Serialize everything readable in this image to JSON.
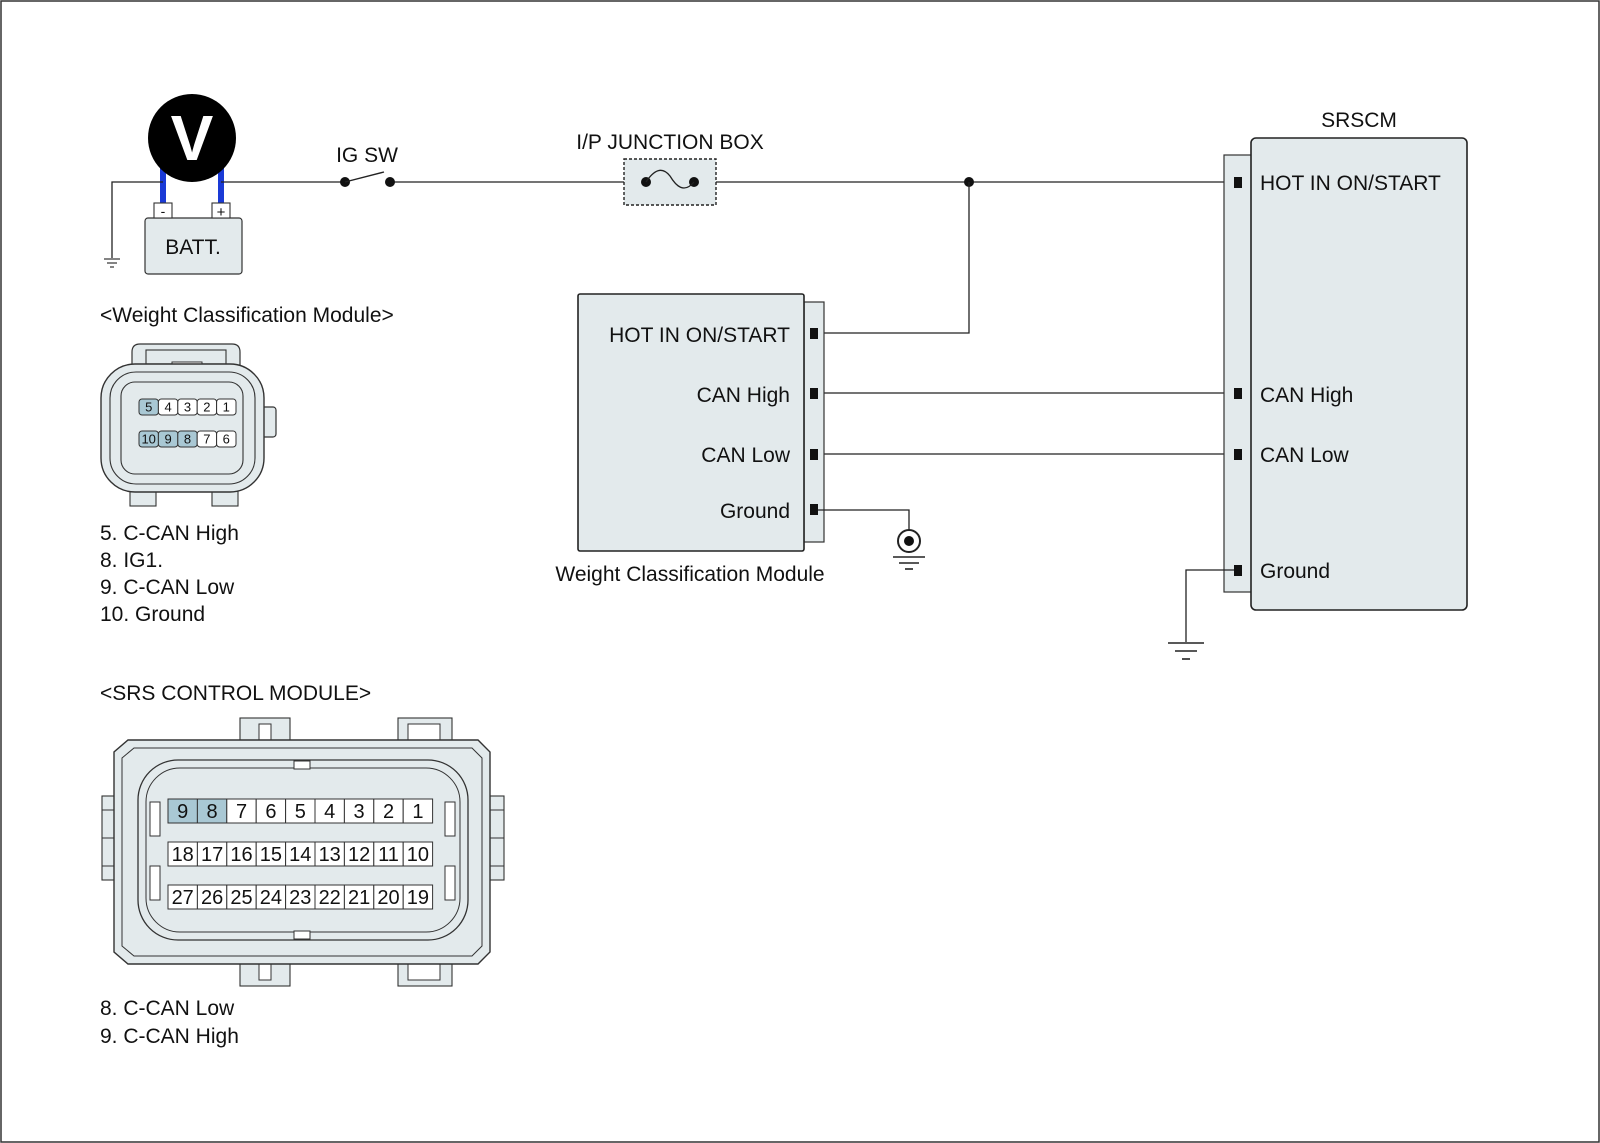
{
  "colors": {
    "module_fill": "#e3eaec",
    "pin_highlight": "#a9c8d4",
    "battery_lead": "#1a3ad6",
    "line": "#222222"
  },
  "meter": {
    "symbol": "V"
  },
  "battery": {
    "label": "BATT.",
    "neg": "-",
    "pos": "+"
  },
  "ig_switch": {
    "label": "IG SW"
  },
  "junction_box": {
    "label": "I/P JUNCTION BOX"
  },
  "wcm": {
    "caption": "Weight Classification Module",
    "pins": {
      "hot": "HOT IN ON/START",
      "can_high": "CAN High",
      "can_low": "CAN Low",
      "ground": "Ground"
    }
  },
  "srscm": {
    "title": "SRSCM",
    "pins": {
      "hot": "HOT IN ON/START",
      "can_high": "CAN High",
      "can_low": "CAN Low",
      "ground": "Ground"
    }
  },
  "connector_wcm": {
    "title": "<Weight Classification Module>",
    "rows": [
      [
        "5",
        "4",
        "3",
        "2",
        "1"
      ],
      [
        "10",
        "9",
        "8",
        "7",
        "6"
      ]
    ],
    "highlighted": [
      "5",
      "8",
      "9",
      "10"
    ],
    "legend": [
      "5. C-CAN High",
      "8. IG1.",
      "9. C-CAN Low",
      "10. Ground"
    ]
  },
  "connector_srs": {
    "title": "<SRS CONTROL MODULE>",
    "rows": [
      [
        "9",
        "8",
        "7",
        "6",
        "5",
        "4",
        "3",
        "2",
        "1"
      ],
      [
        "18",
        "17",
        "16",
        "15",
        "14",
        "13",
        "12",
        "11",
        "10"
      ],
      [
        "27",
        "26",
        "25",
        "24",
        "23",
        "22",
        "21",
        "20",
        "19"
      ]
    ],
    "highlighted": [
      "8",
      "9"
    ],
    "legend": [
      "8. C-CAN Low",
      "9. C-CAN High"
    ]
  }
}
